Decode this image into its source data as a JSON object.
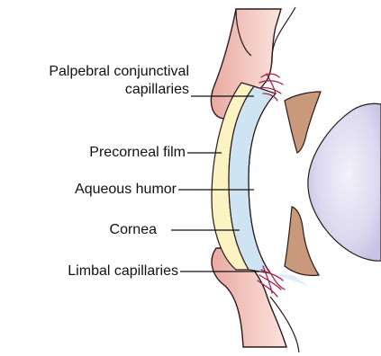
{
  "labels": {
    "palpebral_line1": "Palpebral conjunctival",
    "palpebral_line2": "capillaries",
    "precorneal_film": "Precorneal film",
    "aqueous_humor": "Aqueous humor",
    "cornea": "Cornea",
    "limbal_capillaries": "Limbal capillaries"
  },
  "colors": {
    "eyelid_fill": "#f2c4bd",
    "eyelid_stroke": "#2a1a1a",
    "precorneal_film": "#fbf3c2",
    "cornea": "#cfe4f2",
    "iris": "#c8997a",
    "lens": "#d9d6ee",
    "capillaries": "#a8234a",
    "line": "#111111"
  }
}
